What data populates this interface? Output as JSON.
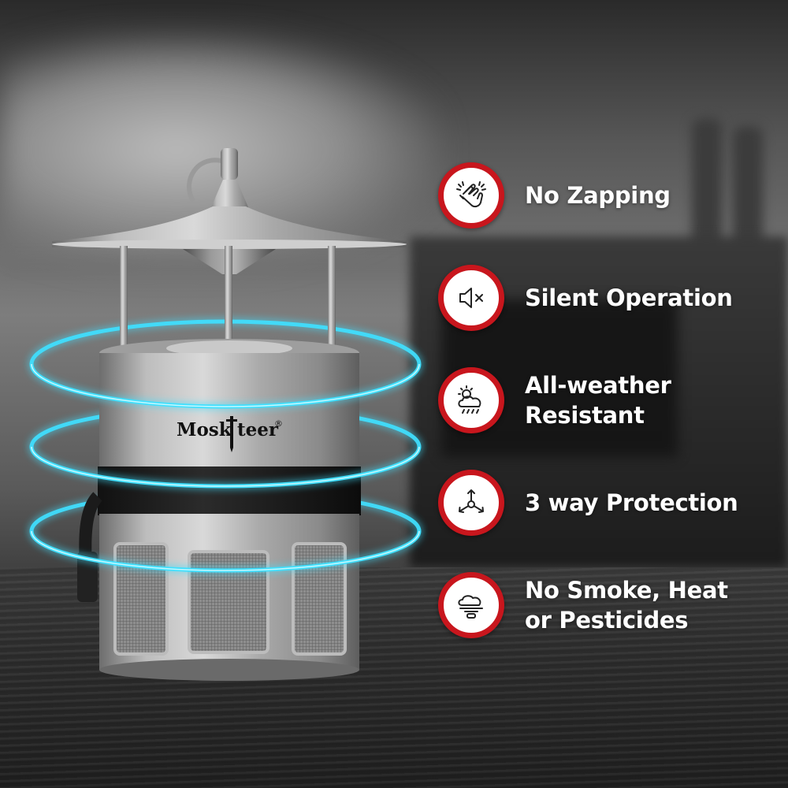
{
  "brand": {
    "name_left": "Mosk",
    "name_right": "teer",
    "registered": "®"
  },
  "features": [
    {
      "label": "No Zapping",
      "icon": "clapping-hands-icon"
    },
    {
      "label": "Silent Operation",
      "icon": "speaker-mute-icon"
    },
    {
      "label": "All-weather\nResistant",
      "icon": "weather-cloud-icon"
    },
    {
      "label": "3 way Protection",
      "icon": "three-way-arrows-icon"
    },
    {
      "label": "No Smoke, Heat\nor Pesticides",
      "icon": "no-smoke-icon"
    }
  ],
  "colors": {
    "badge_ring": "#c8161d",
    "glow_ring": "#3fe0ff",
    "label_text": "#ffffff"
  }
}
